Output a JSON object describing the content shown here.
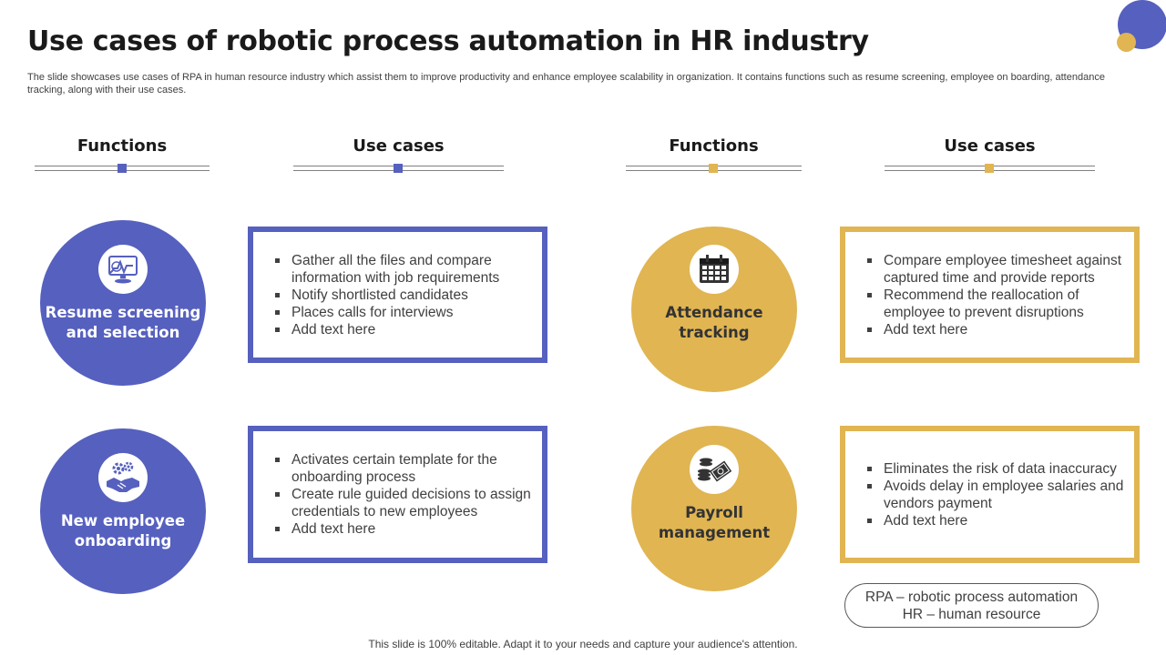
{
  "slide": {
    "title": "Use cases of robotic process automation in HR industry",
    "subtitle": "The slide showcases use cases of RPA in human resource industry which assist them to improve productivity and enhance employee scalability in organization. It contains functions such as resume screening, employee on boarding, attendance tracking, along with their use cases.",
    "footer": "This slide is 100% editable. Adapt it to your needs and capture your audience's attention."
  },
  "headers": {
    "functions_left": "Functions",
    "usecases_left": "Use cases",
    "functions_right": "Functions",
    "usecases_right": "Use cases"
  },
  "colors": {
    "blue": "#5660be",
    "gold": "#e0b552"
  },
  "functions": [
    {
      "label_line1": "Resume screening",
      "label_line2": "and selection",
      "icon": "monitor-chart-icon",
      "items": [
        "Gather all the files and compare information with job requirements",
        "Notify shortlisted candidates",
        "Places calls for interviews",
        "Add text here"
      ]
    },
    {
      "label_line1": "New employee",
      "label_line2": "onboarding",
      "icon": "handshake-gears-icon",
      "items": [
        "Activates certain template for the onboarding process",
        "Create rule guided decisions to assign credentials to new employees",
        "Add text here"
      ]
    },
    {
      "label_line1": "Attendance",
      "label_line2": "tracking",
      "icon": "calendar-icon",
      "items": [
        "Compare employee timesheet against captured time and provide reports",
        "Recommend the reallocation of employee to prevent disruptions",
        "Add text here"
      ]
    },
    {
      "label_line1": "Payroll",
      "label_line2": "management",
      "icon": "money-coins-icon",
      "items": [
        "Eliminates the risk of data inaccuracy",
        "Avoids delay in employee salaries and vendors payment",
        "Add text here"
      ]
    }
  ],
  "legend": {
    "line1": "RPA – robotic process automation",
    "line2": "HR – human resource"
  }
}
